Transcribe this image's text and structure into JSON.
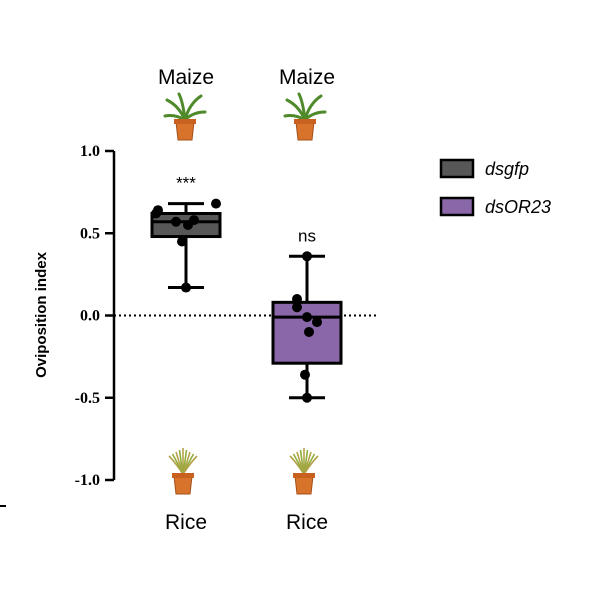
{
  "chart_data": {
    "type": "box",
    "ylabel": "Oviposition index",
    "ylim": [
      -1.0,
      1.0
    ],
    "yticks": [
      1.0,
      0.5,
      0.0,
      -0.5,
      -1.0
    ],
    "ytick_labels": [
      "1.0",
      "0.5",
      "0.0",
      "-0.5",
      "-1.0"
    ],
    "top_labels": [
      "Maize",
      "Maize"
    ],
    "bottom_labels": [
      "Rice",
      "Rice"
    ],
    "reference_line": 0.0,
    "legend": {
      "placement": "right"
    },
    "series": [
      {
        "name": "dsgfp",
        "color": "#575757",
        "significance": "***",
        "min": 0.17,
        "q1": 0.48,
        "median": 0.57,
        "q3": 0.62,
        "max": 0.68,
        "points": [
          0.17,
          0.45,
          0.55,
          0.57,
          0.58,
          0.62,
          0.64,
          0.68
        ]
      },
      {
        "name": "dsOR23",
        "color": "#8a67a8",
        "significance": "ns",
        "min": -0.5,
        "q1": -0.29,
        "median": -0.01,
        "q3": 0.08,
        "max": 0.36,
        "points": [
          -0.5,
          -0.36,
          -0.1,
          -0.04,
          -0.01,
          0.05,
          0.1,
          0.36
        ]
      }
    ]
  },
  "icons": {
    "top": "maize-plant-icon",
    "bottom": "rice-plant-icon"
  }
}
